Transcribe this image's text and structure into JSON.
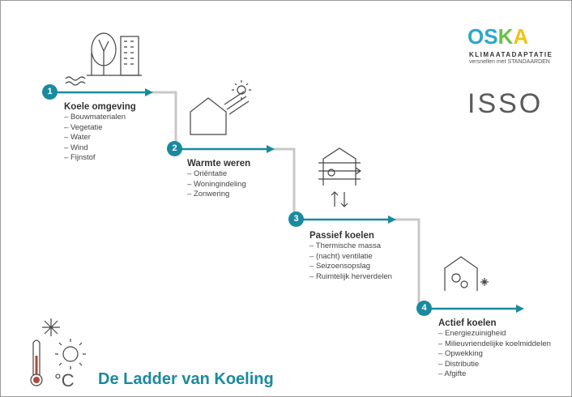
{
  "title": "De Ladder van Koeling",
  "steps": [
    {
      "number": "1",
      "title": "Koele omgeving",
      "items": [
        "Bouwmaterialen",
        "Vegetatie",
        "Water",
        "Wind",
        "Fijnstof"
      ]
    },
    {
      "number": "2",
      "title": "Warmte weren",
      "items": [
        "Oriëntatie",
        "Woningindeling",
        "Zonwering"
      ]
    },
    {
      "number": "3",
      "title": "Passief koelen",
      "items": [
        "Thermische massa",
        "(nacht) ventilatie",
        "Seizoensopslag",
        "Ruimtelijk herverdelen"
      ]
    },
    {
      "number": "4",
      "title": "Actief koelen",
      "items": [
        "Energiezuinigheid",
        "Milieuvriendelijke koelmiddelen",
        "Opwekking",
        "Distributie",
        "Afgifte"
      ]
    }
  ],
  "logos": {
    "oska": {
      "o": "O",
      "s": "S",
      "k": "K",
      "a": "A",
      "line1": "KLIMAATADAPTATIE",
      "line2": "versnellen met STANDAARDEN"
    },
    "isso": "ISSO"
  },
  "degree_symbol": "°C",
  "colors": {
    "accent": "#1a8a9e",
    "ladder": "#c8c8c8",
    "sketch": "#444444"
  },
  "icons": [
    "tree-building-icon",
    "house-sun-icon",
    "house-ventilation-icon",
    "house-gears-icon",
    "snowflake-icon",
    "thermometer-icon",
    "sun-icon"
  ]
}
